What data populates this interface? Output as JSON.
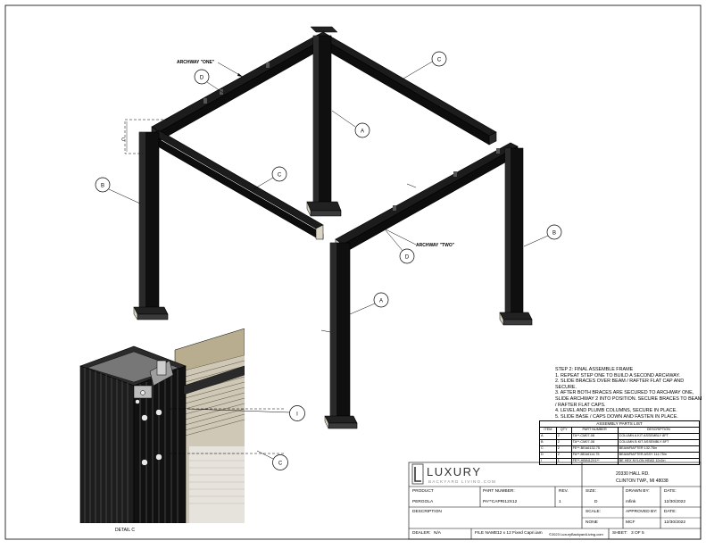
{
  "callouts": {
    "archway_one": "ARCHWAY \"ONE\"",
    "archway_two": "ARCHWAY \"TWO\"",
    "a": "A",
    "b": "B",
    "c": "C",
    "d": "D",
    "i": "I",
    "dim_c": "C",
    "detail": "DETAIL C"
  },
  "steps": {
    "title": "STEP 2: FINAL ASSEMBLE FRAME",
    "s1": "1. REPEAT STEP ONE TO BUILD A SECOND ARCHWAY.",
    "s2": "2. SLIDE BRACES OVER BEAM / RAFTER FLAT CAP AND SECURE.",
    "s3": "3. AFTER BOTH BRACES ARE SECURED TO ARCHWAY ONE, SLIDE ARCHWAY 2 INTO POSITION. SECURE BRACES TO BEAM / RAFTER FLAT CAPS.",
    "s4": "4. LEVEL AND PLUMB COLUMNS, SECURE IN PLACE.",
    "s5": "5. SLIDE BASE / CAPS DOWN AND FASTEN IN PLACE."
  },
  "parts_list": {
    "title": "ASSEMBLY PARTS LIST",
    "headers": [
      "ITEM",
      "QTY",
      "PART NUMBER",
      "DESCRIPTION"
    ],
    "rows": [
      [
        "A",
        "2",
        "TA**-CM07-08",
        "COLUMN A KIT ASSEMBLY 8FT"
      ],
      [
        "B",
        "2",
        "TA**-CM07-08",
        "COLUMN B KIT ASSEMBLY 8FT"
      ],
      [
        "C",
        "2",
        "FE**-BEA6132.75",
        "BEAM/RAFTER 132.75in"
      ],
      [
        "D",
        "2",
        "FA**-BEA6114.75",
        "BEAM/RAFTER ASSY 114.75in"
      ],
      [
        "I",
        "1",
        "FE**-HBIN12X1**",
        "BE HEX NYLON HEAD 12x1in"
      ]
    ]
  },
  "title_block": {
    "logo_top": "LUXURY",
    "logo_bottom": "BACKYARD LIVING.COM",
    "address1": "20330 HALL RD.",
    "address2": "CLINTON TWP., MI 48038",
    "product_label": "PRODUCT",
    "product_value": "PERGOLA",
    "part_number_label": "PART NUMBER:",
    "part_number_value": "PA**CAPRI12X12",
    "rev_label": "REV.",
    "rev_value": "1",
    "size_label": "SIZE:",
    "size_value": "D",
    "drawn_by_label": "DRAWN BY:",
    "drawn_by_value": "mfink",
    "date_label": "DATE:",
    "date_value": "12/30/2022",
    "description_label": "DESCRIPTION",
    "file_name_label": "FILE NAME:",
    "file_name_value": "12 x 12 Fixed Capri.iam",
    "scale_label": "SCALE:",
    "scale_value": "NONE",
    "approved_by_label": "APPROVED BY:",
    "approved_by_value": "MCF",
    "date2_label": "DATE:",
    "date2_value": "12/30/2022",
    "dealer_label": "DEALER:",
    "dealer_value": "N/A",
    "copyright": "©2023 LuxuryBackyardLiving.com",
    "sheet_label": "SHEET:",
    "sheet_value": "3 OF 5"
  }
}
